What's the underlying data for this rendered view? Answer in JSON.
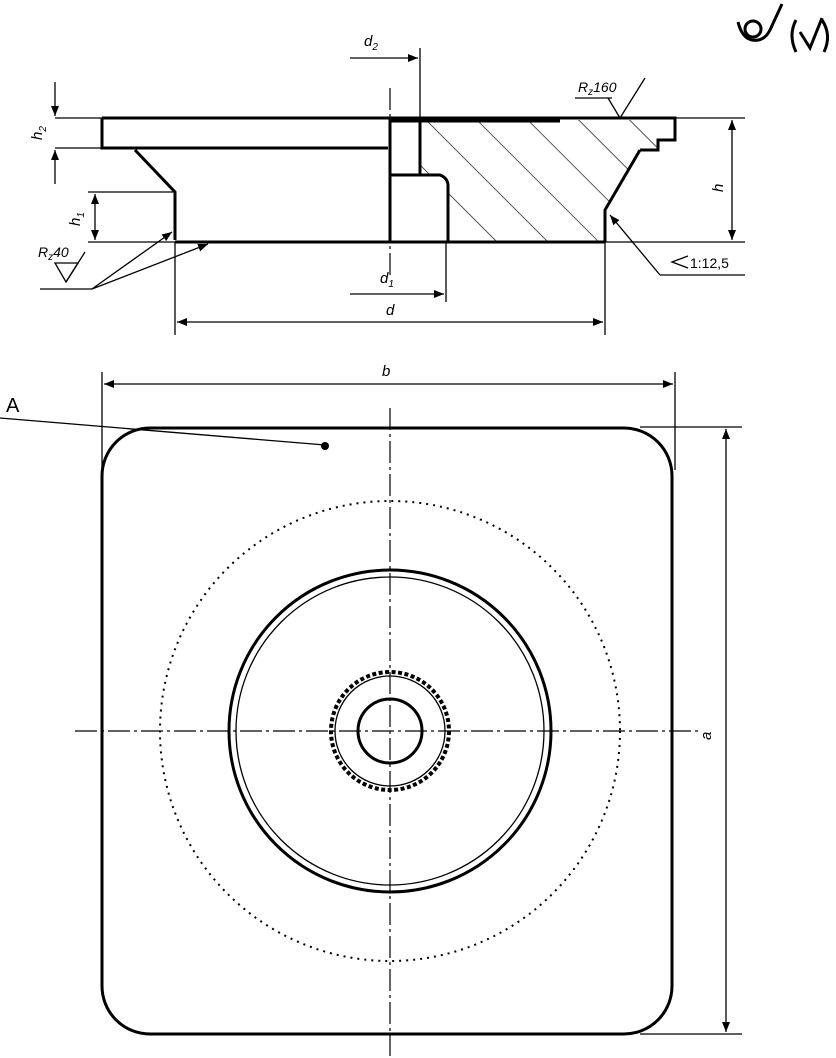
{
  "labels": {
    "d2_main": "d",
    "d2_sub": "2",
    "d1_main": "d",
    "d1_sub": "1",
    "d": "d",
    "h": "h",
    "h1_main": "h",
    "h1_sub": "1",
    "h2_main": "h",
    "h2_sub": "2",
    "b": "b",
    "a": "a",
    "A": "A",
    "rz40_main": "R",
    "rz40_sub": "z",
    "rz40_value": "40",
    "rz160_main": "R",
    "rz160_sub": "z",
    "rz160_value": "160",
    "taper": "1:12,5"
  }
}
